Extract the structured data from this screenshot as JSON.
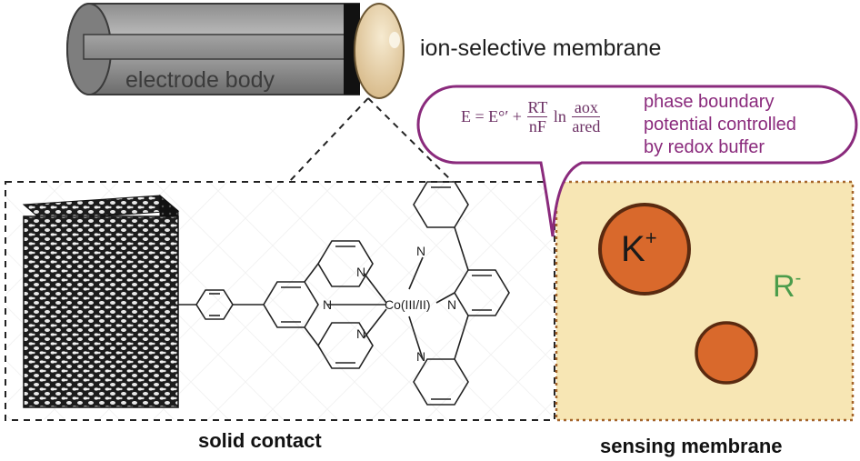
{
  "labels": {
    "electrode_body": "electrode body",
    "ion_selective_membrane": "ion-selective membrane",
    "solid_contact": "solid contact",
    "sensing_membrane": "sensing membrane"
  },
  "callout": {
    "lines": [
      "phase boundary",
      "potential controlled",
      "by redox buffer"
    ]
  },
  "equation": {
    "lhs": "E = E°′ +",
    "prefactor_num": "RT",
    "prefactor_den": "nF",
    "ln": "ln",
    "ratio_num": "aox",
    "ratio_den": "ared"
  },
  "complex": {
    "metal_label": "Co(III/II)",
    "atom_label": "N"
  },
  "ions": {
    "cation": "K",
    "cation_charge": "+",
    "anion": "R",
    "anion_charge": "-"
  },
  "colors": {
    "callout_border": "#8a2a7c",
    "sensing_fill": "#f7e6b4",
    "sensing_border": "#a5642a",
    "ion_fill": "#d9692c",
    "ion_border": "#5a2a10",
    "anion_text": "#4b9c4b",
    "membrane_cap": "#e7cfa4"
  }
}
